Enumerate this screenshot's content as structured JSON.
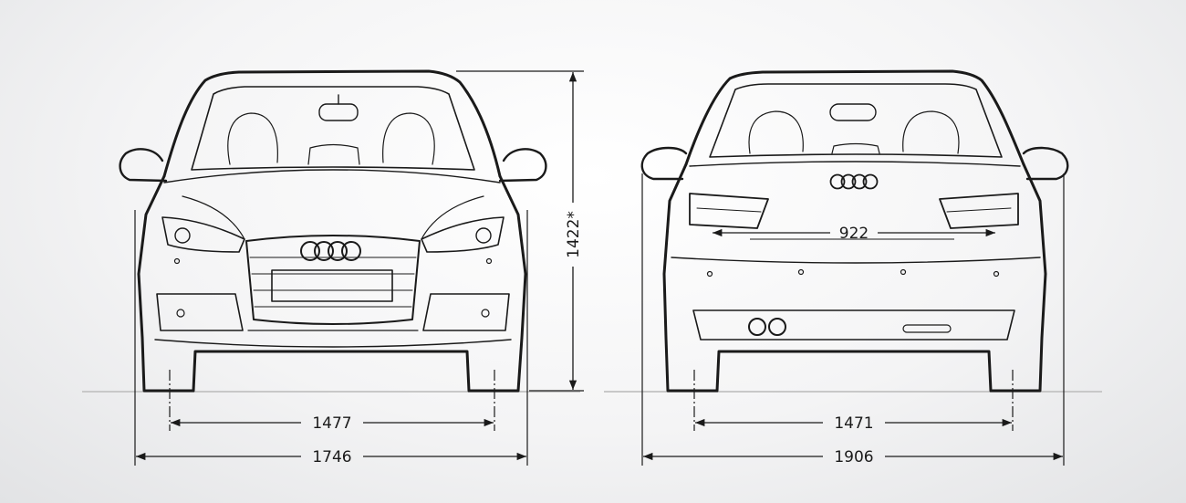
{
  "diagram": {
    "front_view": {
      "track_width": "1477",
      "overall_width": "1746",
      "height": "1422*"
    },
    "rear_view": {
      "rear_window_width": "922",
      "track_width": "1471",
      "overall_width_incl_mirrors": "1906"
    },
    "colors": {
      "line": "#1a1a1a",
      "ground": "#c8c8c8"
    }
  }
}
